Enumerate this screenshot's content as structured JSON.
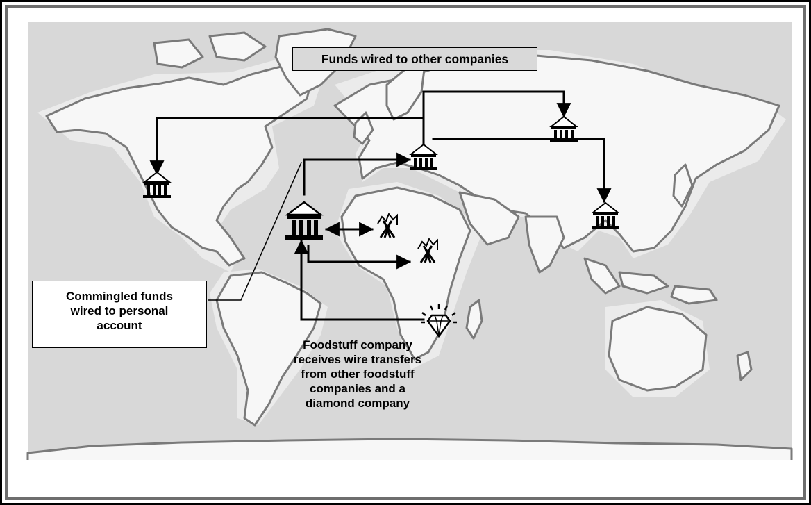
{
  "top_label": "Funds wired to other companies",
  "left_label": "Commingled funds\nwired to personal\naccount",
  "bottom_label": "Foodstuff company\nreceives wire transfers\nfrom other foodstuff\ncompanies and a\ndiamond company",
  "icons": {
    "bank": "bank-building-icon",
    "wheat": "wheat-bundle-icon",
    "diamond": "diamond-icon"
  },
  "colors": {
    "ocean": "#d8d8d8",
    "land": "#f7f7f7",
    "coast": "#7a7a7a",
    "frame": "#6e6e6e"
  }
}
